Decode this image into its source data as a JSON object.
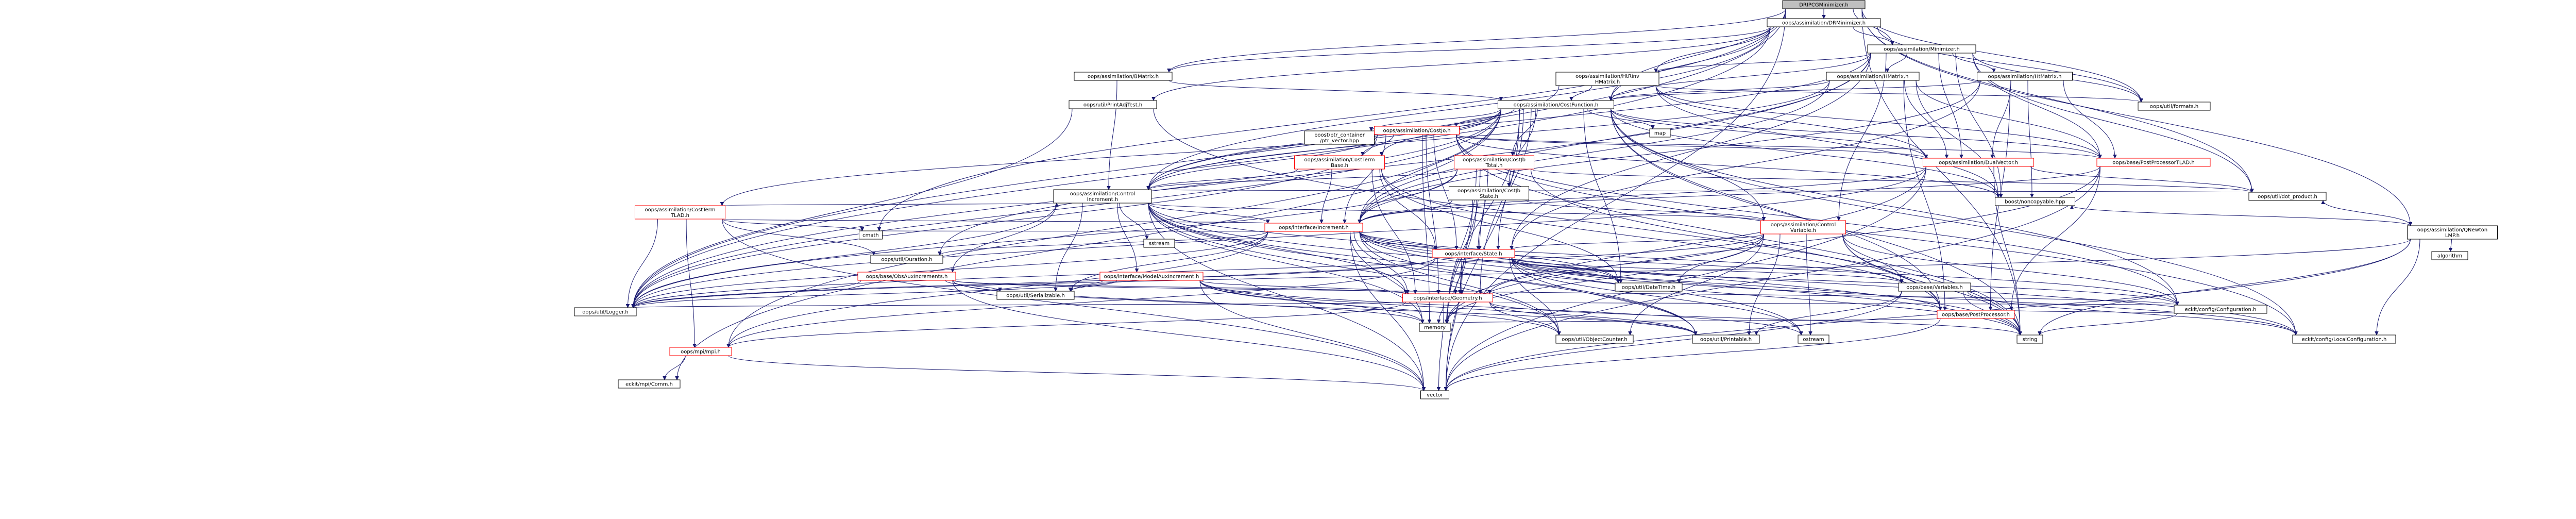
{
  "graph": {
    "nodes": [
      {
        "id": "root",
        "label": "DRIPCGMinimizer.h",
        "root": true
      },
      {
        "id": "drpminimizer",
        "label": "oops/assimilation/DRMinimizer.h"
      },
      {
        "id": "minimizer",
        "label": "oops/assimilation/Minimizer.h"
      },
      {
        "id": "bmatrix",
        "label": "oops/assimilation/BMatrix.h"
      },
      {
        "id": "hmatrix",
        "label": "oops/assimilation/HMatrix.h"
      },
      {
        "id": "htmatrix",
        "label": "oops/assimilation/HtMatrix.h"
      },
      {
        "id": "htrhmatrix",
        "label": "oops/assimilation/HtRinv\nHMatrix.h"
      },
      {
        "id": "qnewton",
        "label": "oops/assimilation/QNewton\nLMP.h"
      },
      {
        "id": "printadj",
        "label": "oops/util/PrintAdjTest.h"
      },
      {
        "id": "costfunction",
        "label": "oops/assimilation/CostFunction.h"
      },
      {
        "id": "formats",
        "label": "oops/util/formats.h"
      },
      {
        "id": "ptrcontainer",
        "label": "boost/ptr_container\n/ptr_vector.hpp"
      },
      {
        "id": "costjo",
        "label": "oops/assimilation/CostJo.h",
        "red": true
      },
      {
        "id": "map",
        "label": "map"
      },
      {
        "id": "dualvector",
        "label": "oops/assimilation/DualVector.h",
        "red": true
      },
      {
        "id": "postproctlad",
        "label": "oops/base/PostProcessorTLAD.h",
        "red": true
      },
      {
        "id": "costtermbase",
        "label": "oops/assimilation/CostTerm\nBase.h",
        "red": true
      },
      {
        "id": "costjbtotal",
        "label": "oops/assimilation/CostJb\nTotal.h",
        "red": true
      },
      {
        "id": "costjbstate",
        "label": "oops/assimilation/CostJb\nState.h"
      },
      {
        "id": "dotproduct",
        "label": "oops/util/dot_product.h"
      },
      {
        "id": "costjctlad",
        "label": "oops/assimilation/CostTerm\nTLAD.h",
        "red": true
      },
      {
        "id": "controlinc",
        "label": "oops/assimilation/Control\nIncrement.h"
      },
      {
        "id": "noncopyable",
        "label": "boost/noncopyable.hpp"
      },
      {
        "id": "increment",
        "label": "oops/interface/Increment.h",
        "red": true
      },
      {
        "id": "controlvar",
        "label": "oops/assimilation/Control\nVariable.h",
        "red": true
      },
      {
        "id": "cmath",
        "label": "cmath"
      },
      {
        "id": "sstream",
        "label": "sstream"
      },
      {
        "id": "duration",
        "label": "oops/util/Duration.h"
      },
      {
        "id": "obsauxinc",
        "label": "oops/base/ObsAuxIncrements.h",
        "red": true
      },
      {
        "id": "modelauxinc",
        "label": "oops/interface/ModelAuxIncrement.h",
        "red": true
      },
      {
        "id": "state",
        "label": "oops/interface/State.h",
        "red": true
      },
      {
        "id": "serializable",
        "label": "oops/util/Serializable.h"
      },
      {
        "id": "geometry",
        "label": "oops/interface/Geometry.h",
        "red": true
      },
      {
        "id": "datetime",
        "label": "oops/util/DateTime.h"
      },
      {
        "id": "variables",
        "label": "oops/base/Variables.h"
      },
      {
        "id": "postproc",
        "label": "oops/base/PostProcessor.h",
        "red": true
      },
      {
        "id": "configuration",
        "label": "eckit/config/Configuration.h"
      },
      {
        "id": "logger",
        "label": "oops/util/Logger.h"
      },
      {
        "id": "mpi",
        "label": "oops/mpi/mpi.h",
        "red": true
      },
      {
        "id": "memory",
        "label": "memory"
      },
      {
        "id": "objectcounter",
        "label": "oops/util/ObjectCounter.h"
      },
      {
        "id": "printable",
        "label": "oops/util/Printable.h"
      },
      {
        "id": "ostream",
        "label": "ostream"
      },
      {
        "id": "string",
        "label": "string"
      },
      {
        "id": "localconfig",
        "label": "eckit/config/LocalConfiguration.h"
      },
      {
        "id": "comm",
        "label": "eckit/mpi/Comm.h"
      },
      {
        "id": "vector",
        "label": "vector"
      },
      {
        "id": "algorithm",
        "label": "algorithm"
      }
    ]
  }
}
